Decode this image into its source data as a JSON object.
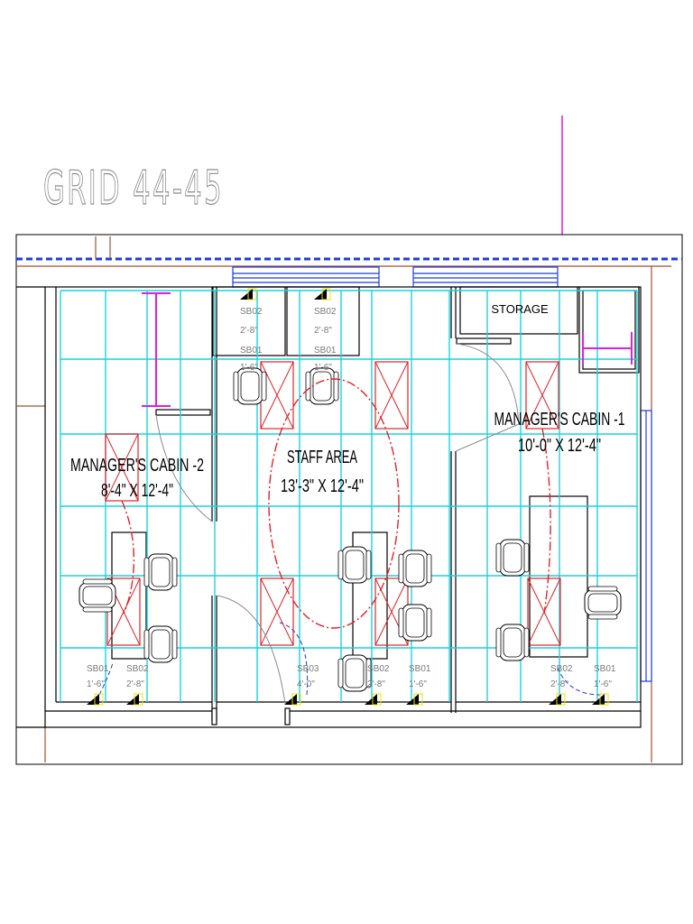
{
  "title": "GRID 44-45",
  "rooms": {
    "storage": "STORAGE",
    "cabin1_name": "MANAGER'S CABIN -1",
    "cabin1_size": "10'-0\" X 12'-4\"",
    "cabin2_name": "MANAGER'S CABIN -2",
    "cabin2_size": "8'-4\" X 12'-4\"",
    "staff_name": "STAFF AREA",
    "staff_size": "13'-3\" X 12'-4\""
  },
  "tags": {
    "t1_code": "SB02",
    "t1_size": "2'-8\"",
    "t2_code": "SB02",
    "t2_size": "2'-8\"",
    "t3_code": "SB01",
    "t3_size": "1'-6\"",
    "t4_code": "SB01",
    "t4_size": "1'-6\"",
    "b1_code": "SB01",
    "b1_size": "1'-6\"",
    "b2_code": "SB02",
    "b2_size": "2'-8\"",
    "b3_code": "SB03",
    "b3_size": "4'-0\"",
    "b4_code": "SB02",
    "b4_size": "2'-8\"",
    "b5_code": "SB01",
    "b5_size": "1'-6\"",
    "b6_code": "SB02",
    "b6_size": "2'-8\"",
    "b7_code": "SB01",
    "b7_size": "1'-6\""
  },
  "colors": {
    "grid": "#19d3e0",
    "wall": "#000000",
    "light": "#e0242a",
    "circuit": "#e0242a",
    "door": "#1e3ce0",
    "dim": "#e01ee0",
    "brown": "#a0522d",
    "tag": "#f0e000"
  }
}
